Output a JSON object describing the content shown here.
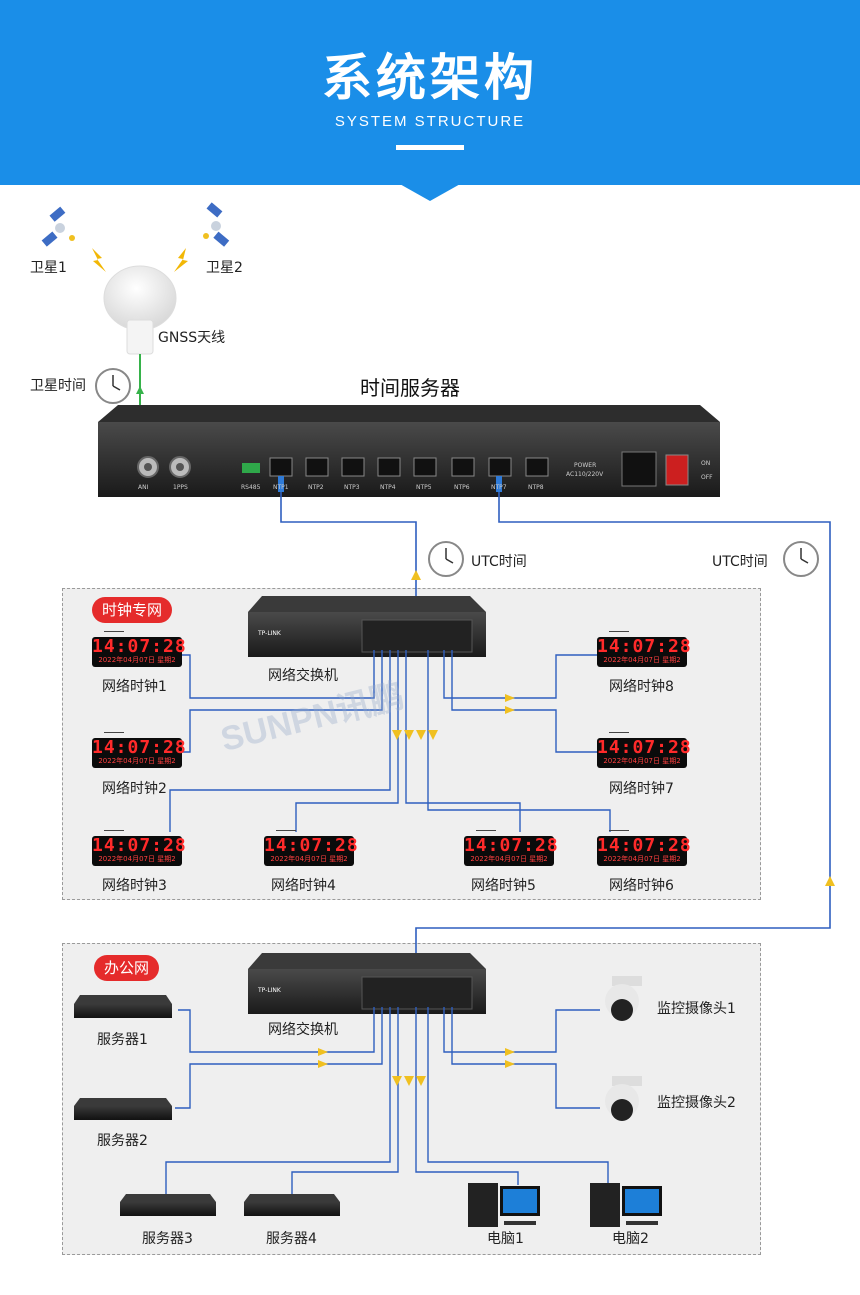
{
  "header": {
    "title": "系统架构",
    "subtitle": "SYSTEM STRUCTURE"
  },
  "top": {
    "satellite1": "卫星1",
    "satellite2": "卫星2",
    "antenna": "GNSS天线",
    "satellite_time": "卫星时间",
    "server_title": "时间服务器",
    "utc_left": "UTC时间",
    "utc_right": "UTC时间"
  },
  "server_ports": {
    "ant": "ANI",
    "pps": "1PPS",
    "rs485": "RS485",
    "ntp1": "NTP1",
    "ntp2": "NTP2",
    "ntp3": "NTP3",
    "ntp4": "NTP4",
    "ntp5": "NTP5",
    "ntp6": "NTP6",
    "ntp7": "NTP7",
    "ntp8": "NTP8",
    "power": "POWER",
    "power_spec": "AC110/220V",
    "on": "ON",
    "off": "OFF"
  },
  "clock_net": {
    "tag": "时钟专网",
    "switch_label": "网络交换机",
    "switch_brand": "TP-LINK",
    "watermark": "SUNPN讯鹏",
    "clock_time": "14:07:28",
    "clock_date": "2022年04月07日  星期2",
    "clocks": [
      "网络时钟1",
      "网络时钟2",
      "网络时钟3",
      "网络时钟4",
      "网络时钟5",
      "网络时钟6",
      "网络时钟7",
      "网络时钟8"
    ]
  },
  "office_net": {
    "tag": "办公网",
    "switch_label": "网络交换机",
    "switch_brand": "TP-LINK",
    "servers": [
      "服务器1",
      "服务器2",
      "服务器3",
      "服务器4"
    ],
    "cameras": [
      "监控摄像头1",
      "监控摄像头2"
    ],
    "pcs": [
      "电脑1",
      "电脑2"
    ]
  },
  "colors": {
    "header": "#1a8ee8",
    "cable": "#2f5fbf",
    "arrow": "#f0c020",
    "tag": "#e52b2b",
    "zone": "#efefef"
  }
}
